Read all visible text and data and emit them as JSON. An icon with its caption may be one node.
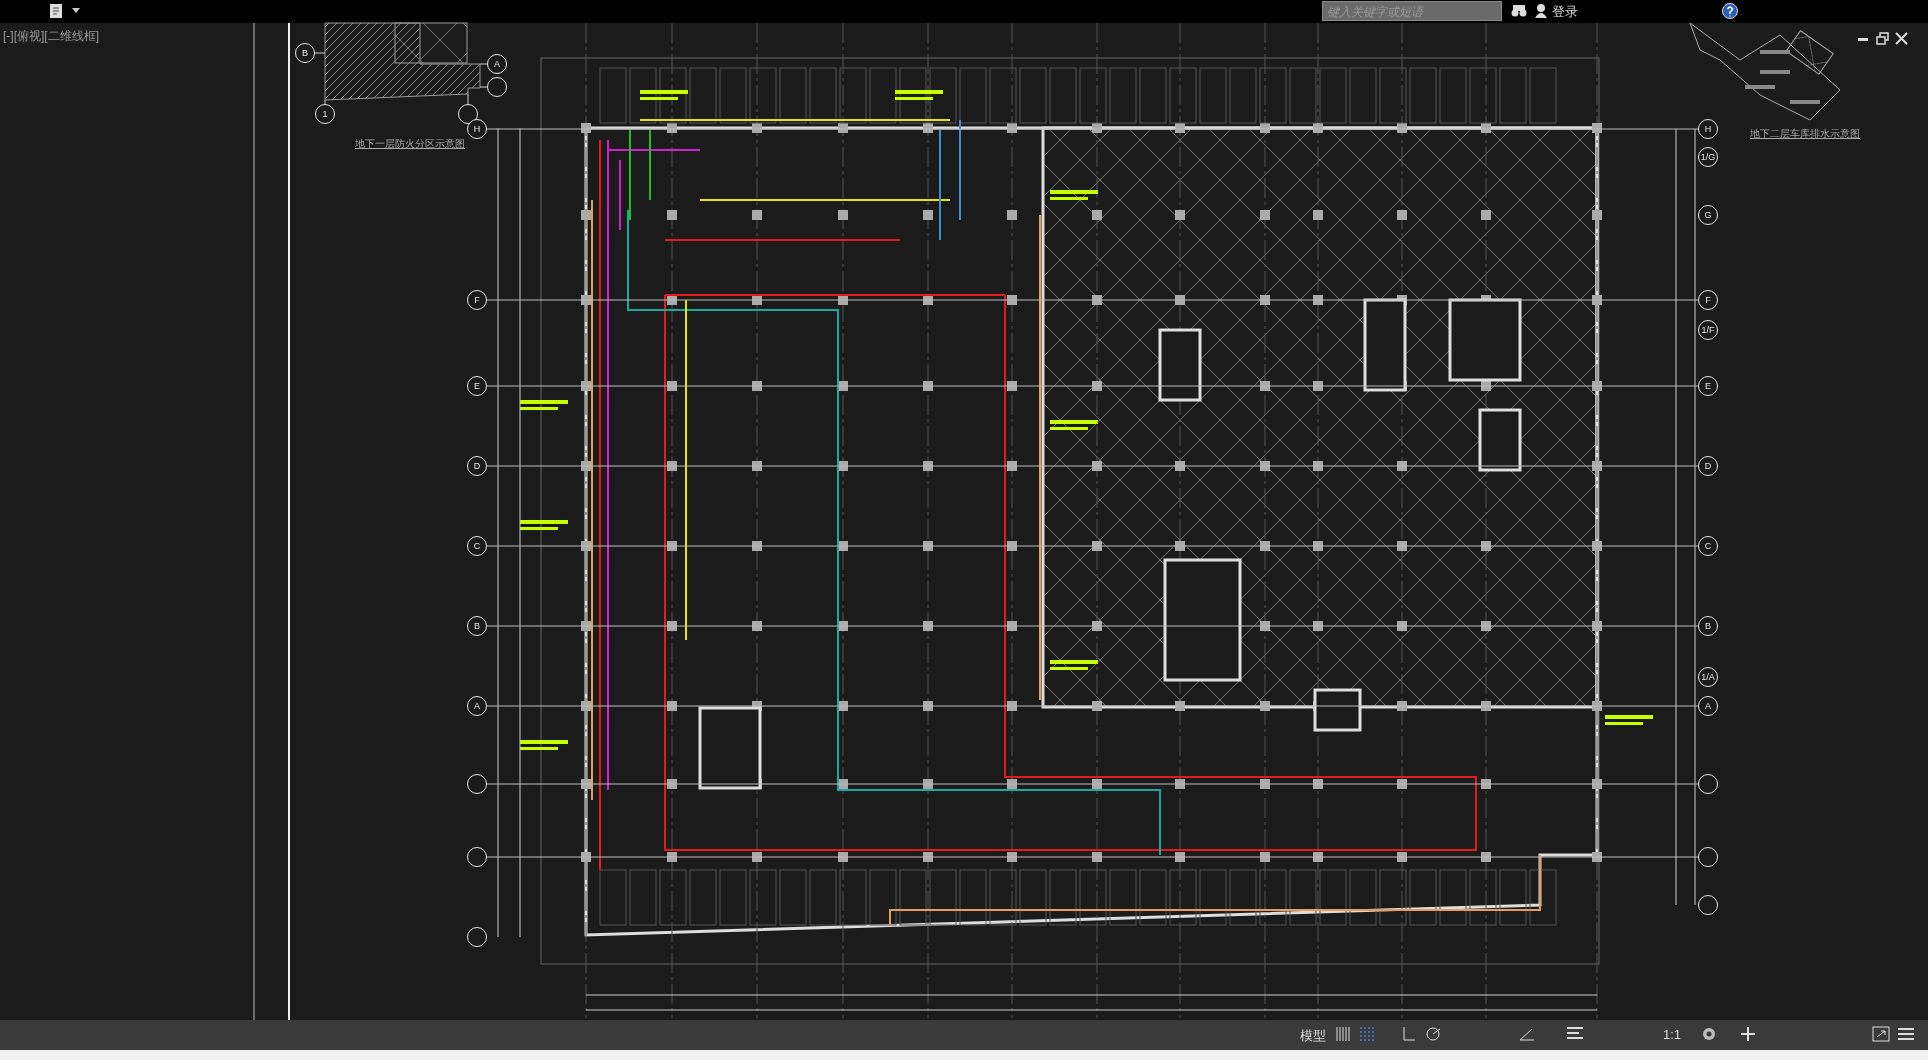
{
  "diagram": {
    "nodes": [
      {
        "text": [
          "B"
        ]
      },
      {
        "text": [
          "A"
        ]
      },
      {
        "text": [],
        "shape": "circle"
      },
      {
        "text": [
          "1"
        ]
      },
      {
        "text": [],
        "shape": "circle"
      },
      {
        "text": [
          "H"
        ]
      },
      {
        "text": [
          "F"
        ]
      },
      {
        "text": [
          "E"
        ]
      },
      {
        "text": [
          "D"
        ]
      },
      {
        "text": [
          "C"
        ]
      },
      {
        "text": [
          "B"
        ]
      },
      {
        "text": [
          "A"
        ]
      },
      {
        "text": [],
        "shape": "circle"
      },
      {
        "text": [],
        "shape": "circle"
      },
      {
        "text": [],
        "shape": "circle"
      },
      {
        "text": [
          "H"
        ]
      },
      {
        "text": [
          "1/G"
        ]
      },
      {
        "text": [
          "G"
        ]
      },
      {
        "text": [
          "F"
        ]
      },
      {
        "text": [
          "1/F"
        ]
      },
      {
        "text": [
          "E"
        ]
      },
      {
        "text": [
          "D"
        ]
      },
      {
        "text": [
          "C"
        ]
      },
      {
        "text": [
          "B"
        ]
      },
      {
        "text": [
          "1/A"
        ]
      },
      {
        "text": [
          "A"
        ]
      },
      {
        "text": [],
        "shape": "circle"
      },
      {
        "text": [],
        "shape": "circle"
      },
      {
        "text": [],
        "shape": "circle"
      }
    ],
    "edges": [
      {
        "from": 5,
        "to": 15,
        "arrow": "none"
      },
      {
        "from": 6,
        "to": 18,
        "arrow": "none"
      },
      {
        "from": 7,
        "to": 20,
        "arrow": "none"
      },
      {
        "from": 8,
        "to": 21,
        "arrow": "none"
      },
      {
        "from": 9,
        "to": 22,
        "arrow": "none"
      },
      {
        "from": 10,
        "to": 23,
        "arrow": "none"
      },
      {
        "from": 11,
        "to": 25,
        "arrow": "none"
      },
      {
        "from": 12,
        "to": 26,
        "arrow": "none"
      },
      {
        "from": 13,
        "to": 27,
        "arrow": "none"
      }
    ],
    "labels": [
      "[-][俯视][二维线框]",
      "地下一层防火分区示意图",
      "地下二层车库排水示意图",
      "键入关键字或短语",
      "登录",
      "模型",
      "1:1"
    ]
  }
}
